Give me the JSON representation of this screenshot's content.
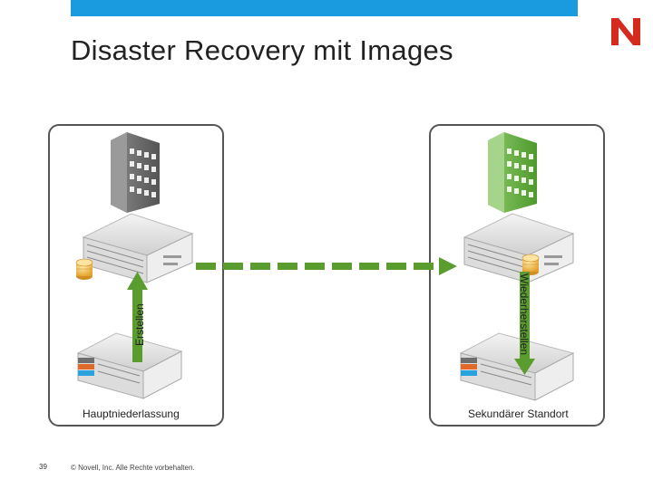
{
  "slide": {
    "title": "Disaster Recovery mit Images",
    "page_number": "39",
    "copyright": "© Novell, Inc. Alle Rechte vorbehalten."
  },
  "logo": {
    "letter": "N",
    "color": "#d52b1e"
  },
  "colors": {
    "accent_bar": "#1a9be0",
    "arrow_green": "#5a9c2e",
    "building_main": "#6b6b6b",
    "building_remote": "#6aac45"
  },
  "sites": {
    "primary": {
      "label": "Hauptniederlassung",
      "arrow_label": "Erstellen"
    },
    "secondary": {
      "label": "Sekundärer Standort",
      "arrow_label": "Wiederherstellen"
    }
  }
}
